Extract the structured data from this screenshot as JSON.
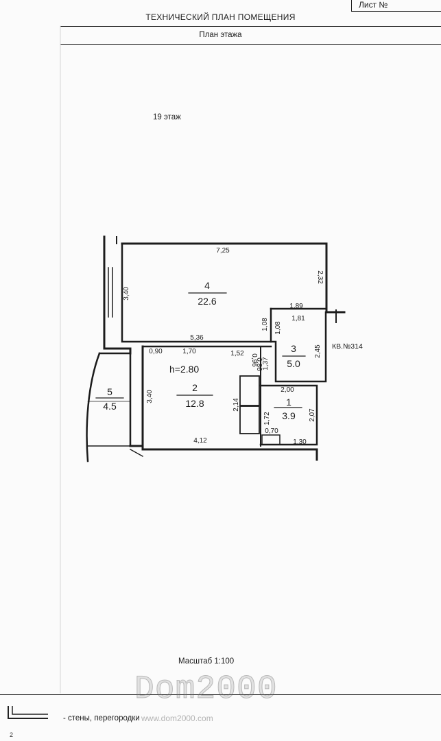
{
  "header": {
    "sheet_label": "Лист №",
    "title": "ТЕХНИЧЕСКИЙ ПЛАН ПОМЕЩЕНИЯ",
    "subtitle": "План этажа"
  },
  "floor_label": "19 этаж",
  "plan": {
    "height_label": "h=2.80",
    "apartment_label": "КВ.№314",
    "rooms": [
      {
        "number": "4",
        "area": "22.6"
      },
      {
        "number": "3",
        "area": "5.0"
      },
      {
        "number": "2",
        "area": "12.8"
      },
      {
        "number": "1",
        "area": "3.9"
      },
      {
        "number": "5",
        "area": "4.5"
      }
    ],
    "dimensions": {
      "d_7_25": "7,25",
      "d_3_40_top": "3,40",
      "d_2_32": "2,32",
      "d_1_89": "1,89",
      "d_1_81": "1,81",
      "d_1_08_a": "1,08",
      "d_1_08_b": "1,08",
      "d_5_36": "5,36",
      "d_0_90": "0,90",
      "d_1_70": "1,70",
      "d_1_52": "1,52",
      "d_0_96": "0,96",
      "d_0_86": "0,86",
      "d_1_37": "1,37",
      "d_2_45": "2,45",
      "d_3_40_mid": "3,40",
      "d_2_00": "2,00",
      "d_2_14": "2,14",
      "d_1_72": "1,72",
      "d_2_07": "2,07",
      "d_0_70": "0,70",
      "d_1_30": "1,30",
      "d_4_12": "4,12"
    }
  },
  "scale_label": "Масштаб 1:100",
  "legend": {
    "walls": "- стены, перегородки"
  },
  "watermark": {
    "brand": "Dom2000",
    "url": "www.dom2000.com"
  },
  "page_number": "2"
}
